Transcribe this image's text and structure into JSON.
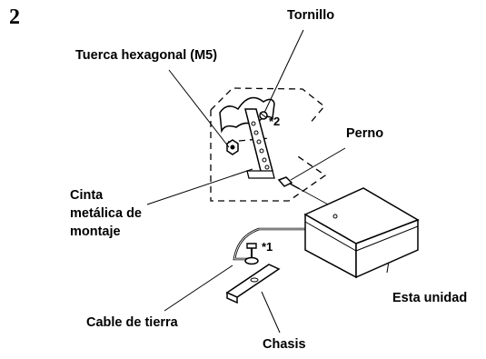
{
  "step_number": "2",
  "labels": {
    "tornillo": "Tornillo",
    "tuerca": "Tuerca hexagonal (M5)",
    "perno": "Perno",
    "cinta_line1": "Cinta",
    "cinta_line2": "metálica de",
    "cinta_line3": "montaje",
    "esta_unidad": "Esta unidad",
    "cable": "Cable de tierra",
    "chasis": "Chasis",
    "note1": "*1",
    "note2": "*2"
  }
}
